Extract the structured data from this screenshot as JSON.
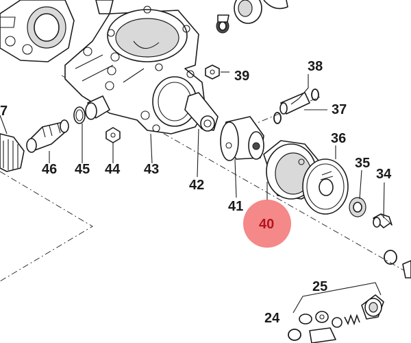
{
  "diagram": {
    "highlight_color": "#f47b7b",
    "highlight_text_color": "#b3141f",
    "labels": {
      "p7": "7",
      "p24": "24",
      "p25": "25",
      "p34": "34",
      "p35": "35",
      "p36": "36",
      "p37": "37",
      "p38": "38",
      "p39": "39",
      "p40": "40",
      "p41": "41",
      "p42": "42",
      "p43": "43",
      "p44": "44",
      "p45": "45",
      "p46": "46"
    },
    "highlighted_part": "40"
  }
}
